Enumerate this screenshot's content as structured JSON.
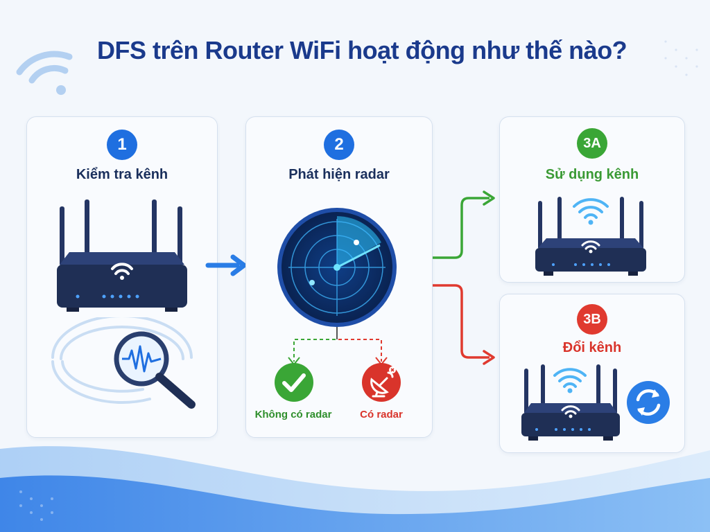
{
  "title": "DFS trên Router WiFi hoạt động như thế nào?",
  "steps": {
    "step1": {
      "number": "1",
      "label": "Kiểm tra kênh"
    },
    "step2": {
      "number": "2",
      "label": "Phát hiện radar"
    },
    "step3a": {
      "number": "3A",
      "label": "Sử dụng kênh"
    },
    "step3b": {
      "number": "3B",
      "label": "Đổi kênh"
    }
  },
  "outcomes": {
    "no_radar": "Không có radar",
    "radar": "Có radar"
  },
  "colors": {
    "blue": "#1f6fe0",
    "green": "#3aa636",
    "red": "#e03a2f",
    "navy": "#1a3a8c",
    "router": "#1f2f55"
  }
}
